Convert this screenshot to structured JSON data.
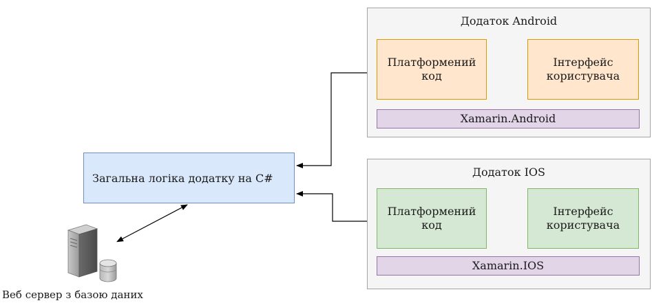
{
  "android_app": {
    "title": "Додаток Android",
    "platform_code": "Платформений\nкод",
    "user_interface": "Інтерфейс\nкористувача",
    "framework": "Xamarin.Android"
  },
  "ios_app": {
    "title": "Додаток IOS",
    "platform_code": "Платформений\nкод",
    "user_interface": "Інтерфейс\nкористувача",
    "framework": "Xamarin.IOS"
  },
  "shared_logic": {
    "label": "Загальна логіка додатку на C#"
  },
  "server": {
    "caption": "Веб сервер з базою даних",
    "icon": "server-database-icon"
  },
  "colors": {
    "container_fill": "#f5f5f5",
    "orange_fill": "#ffe6cc",
    "green_fill": "#d5e8d4",
    "purple_fill": "#e1d5e7",
    "blue_fill": "#dae8fc"
  }
}
